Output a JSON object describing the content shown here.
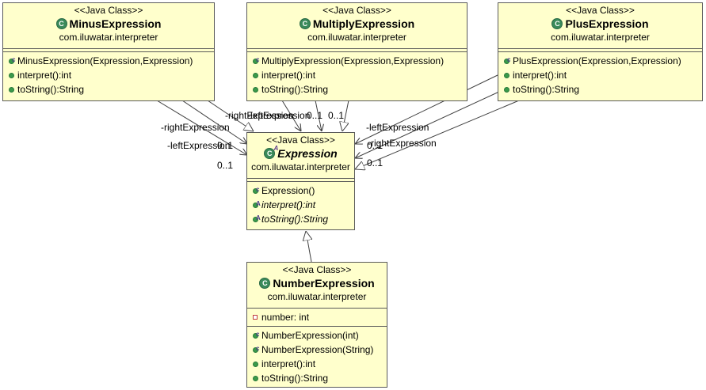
{
  "classes": {
    "minus": {
      "stereotype": "<<Java Class>>",
      "name": "MinusExpression",
      "package": "com.iluwatar.interpreter",
      "members": [
        {
          "kind": "ctor",
          "text": "MinusExpression(Expression,Expression)"
        },
        {
          "kind": "method",
          "text": "interpret():int"
        },
        {
          "kind": "method",
          "text": "toString():String"
        }
      ]
    },
    "multiply": {
      "stereotype": "<<Java Class>>",
      "name": "MultiplyExpression",
      "package": "com.iluwatar.interpreter",
      "members": [
        {
          "kind": "ctor",
          "text": "MultiplyExpression(Expression,Expression)"
        },
        {
          "kind": "method",
          "text": "interpret():int"
        },
        {
          "kind": "method",
          "text": "toString():String"
        }
      ]
    },
    "plus": {
      "stereotype": "<<Java Class>>",
      "name": "PlusExpression",
      "package": "com.iluwatar.interpreter",
      "members": [
        {
          "kind": "ctor",
          "text": "PlusExpression(Expression,Expression)"
        },
        {
          "kind": "method",
          "text": "interpret():int"
        },
        {
          "kind": "method",
          "text": "toString():String"
        }
      ]
    },
    "expression": {
      "stereotype": "<<Java Class>>",
      "name": "Expression",
      "package": "com.iluwatar.interpreter",
      "members": [
        {
          "kind": "ctor",
          "text": "Expression()"
        },
        {
          "kind": "abstract",
          "text": "interpret():int"
        },
        {
          "kind": "abstract",
          "text": "toString():String"
        }
      ]
    },
    "number": {
      "stereotype": "<<Java Class>>",
      "name": "NumberExpression",
      "package": "com.iluwatar.interpreter",
      "fields": [
        {
          "kind": "field",
          "text": "number: int"
        }
      ],
      "members": [
        {
          "kind": "ctor",
          "text": "NumberExpression(int)"
        },
        {
          "kind": "ctor",
          "text": "NumberExpression(String)"
        },
        {
          "kind": "method",
          "text": "interpret():int"
        },
        {
          "kind": "method",
          "text": "toString():String"
        }
      ]
    }
  },
  "association_labels": {
    "minus_right": "-rightExpression",
    "minus_left": "-leftExpression",
    "minus_right_mult": "0..1",
    "minus_left_mult": "0..1",
    "multiply_right": "-rightExpression",
    "multiply_left": "-leftExpression",
    "multiply_right_mult": "0..1",
    "multiply_left_mult": "0..1",
    "plus_left": "-leftExpression",
    "plus_right": "-rightExpression",
    "plus_left_mult": "0..1",
    "plus_right_mult": "0..1"
  },
  "colors": {
    "class_fill": "#ffffcc",
    "class_border": "#5a5a5a",
    "line": "#404040",
    "class_icon": "#3a8a5a"
  }
}
